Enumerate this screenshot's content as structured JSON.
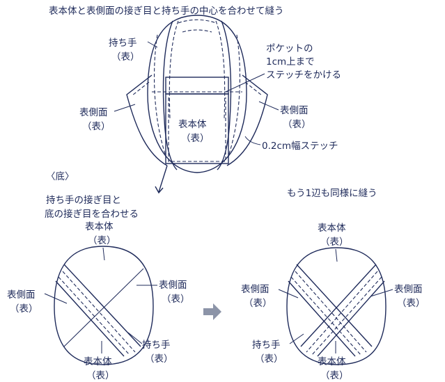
{
  "title": "表本体と表側面の接ぎ目と持ち手の中心を合わせて縫う",
  "bag": {
    "handle_label": [
      "持ち手",
      "（表）"
    ],
    "pocket_note": [
      "ポケットの",
      "1cm上まで",
      "ステッチをかける"
    ],
    "side_left": [
      "表側面",
      "（表）"
    ],
    "side_right": [
      "表側面",
      "（表）"
    ],
    "body_label": [
      "表本体",
      "（表）"
    ],
    "stitch_note": "0.2cm幅ステッチ"
  },
  "bottom_heading": "〈底〉",
  "align_note": [
    "持ち手の接ぎ目と",
    "底の接ぎ目を合わせる"
  ],
  "repeat_note": "もう1辺も同様に縫う",
  "circle_left": {
    "top": [
      "表本体",
      "（表）"
    ],
    "left": [
      "表側面",
      "（表）"
    ],
    "right": [
      "表側面",
      "（表）"
    ],
    "bottom": [
      "表本体",
      "（表）"
    ],
    "handle": [
      "持ち手",
      "（表）"
    ]
  },
  "circle_right": {
    "top": [
      "表本体",
      "（表）"
    ],
    "left": [
      "表側面",
      "（表）"
    ],
    "right": [
      "表側面",
      "（表）"
    ],
    "bottom": [
      "表本体",
      "（表）"
    ],
    "handle": [
      "持ち手",
      "（表）"
    ]
  },
  "colors": {
    "ink": "#1e2a5a",
    "arrow": "#8c94a8"
  },
  "icons": {
    "step_arrow": "right-arrow-icon"
  }
}
